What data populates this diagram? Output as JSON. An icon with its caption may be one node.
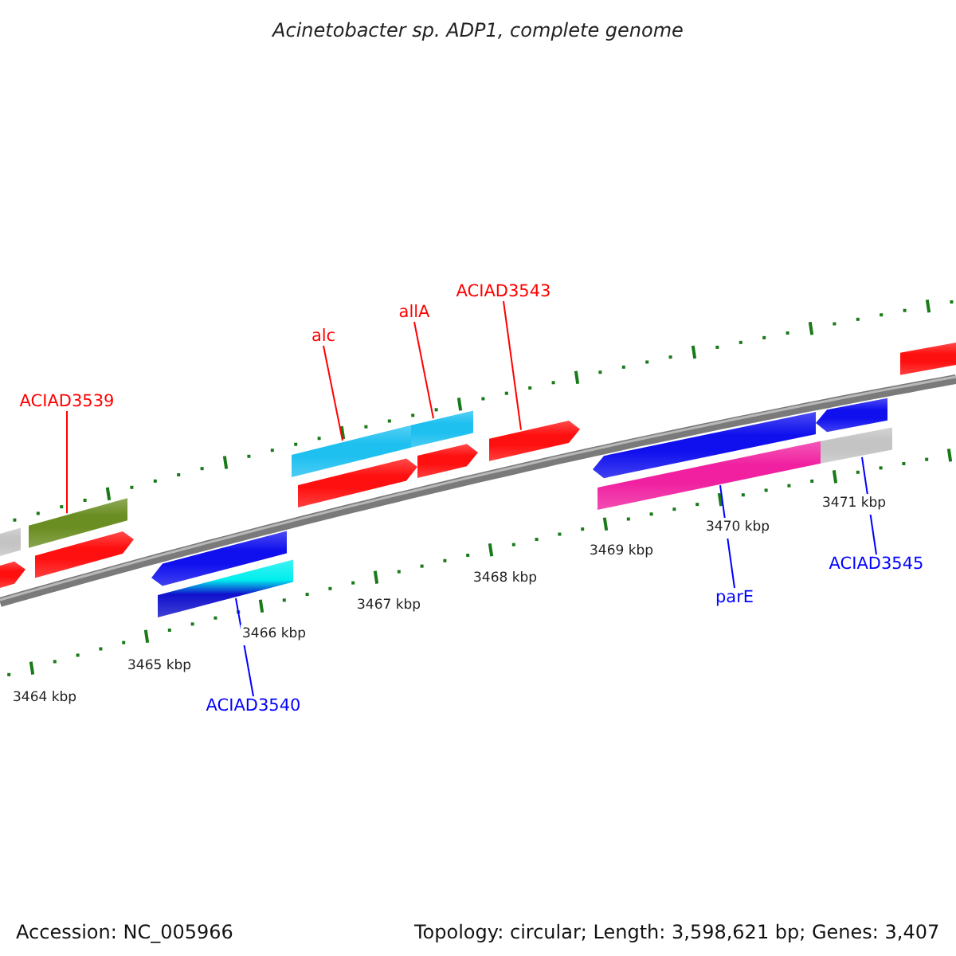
{
  "diagram": {
    "title": "Acinetobacter sp. ADP1, complete genome",
    "nodes": [
      {
        "text": [
          "ACIAD3539"
        ]
      },
      {
        "text": [
          "alc"
        ]
      },
      {
        "text": [
          "allA"
        ]
      },
      {
        "text": [
          "ACIAD3543"
        ]
      },
      {
        "text": [
          "ACIAD3540"
        ]
      },
      {
        "text": [
          "parE"
        ]
      },
      {
        "text": [
          "ACIAD3545"
        ]
      },
      {
        "text": [],
        "shape": "bar"
      },
      {
        "text": [],
        "shape": "pentagon"
      },
      {
        "text": [],
        "shape": "bar"
      },
      {
        "text": [],
        "shape": "pentagon"
      },
      {
        "text": [],
        "shape": "pentagon"
      },
      {
        "text": [],
        "shape": "bar"
      },
      {
        "text": [],
        "shape": "bar"
      },
      {
        "text": [],
        "shape": "pentagon"
      },
      {
        "text": [],
        "shape": "bar"
      },
      {
        "text": [],
        "shape": "pentagon"
      },
      {
        "text": [],
        "shape": "pentagon"
      },
      {
        "text": [],
        "shape": "pentagon"
      },
      {
        "text": [],
        "shape": "bar"
      },
      {
        "text": [],
        "shape": "pentagon"
      },
      {
        "text": [],
        "shape": "bar"
      },
      {
        "text": [],
        "shape": "bar"
      }
    ],
    "edges": [
      {
        "from": 0,
        "to": 9,
        "arrow": "none"
      },
      {
        "from": 1,
        "to": 13,
        "arrow": "none"
      },
      {
        "from": 2,
        "to": 15,
        "arrow": "none"
      },
      {
        "from": 3,
        "to": 17,
        "arrow": "none"
      },
      {
        "from": 4,
        "to": 12,
        "arrow": "none",
        "color": "#0000ff"
      },
      {
        "from": 5,
        "to": 19,
        "arrow": "none",
        "color": "#0000ff"
      },
      {
        "from": 6,
        "to": 21,
        "arrow": "none",
        "color": "#0000ff"
      }
    ],
    "labels": [
      "3464 kbp",
      "3465 kbp",
      "3466 kbp",
      "3467 kbp",
      "3468 kbp",
      "3469 kbp",
      "3470 kbp",
      "3471 kbp",
      "Accession: NC_005966",
      "Topology: circular; Length: 3,598,621 bp; Genes: 3,407"
    ]
  }
}
